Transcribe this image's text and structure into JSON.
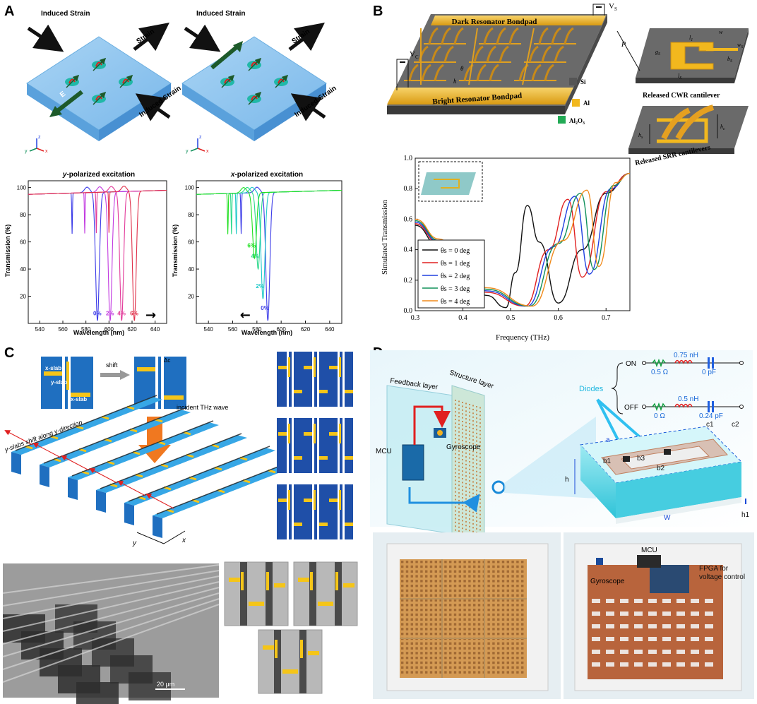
{
  "panels": {
    "A": {
      "letter": "A",
      "arrows": {
        "induced_strain": "Induced Strain",
        "strain": "Strain",
        "e_field": "E"
      },
      "axis_letters": {
        "x": "x",
        "y": "y",
        "z": "z"
      },
      "left_plot": {
        "title_em": "y",
        "title_rest": "-polarized excitation",
        "ylabel": "Transmission (%)",
        "xlabel": "Wavelength (nm)"
      },
      "right_plot": {
        "title_em": "x",
        "title_rest": "-polarized excitation",
        "ylabel": "Transmission (%)",
        "xlabel": "Wavelength (nm)"
      }
    },
    "B": {
      "letter": "B",
      "device": {
        "dark_pad": "Dark Resonator Bondpad",
        "bright_pad": "Bright Resonator Bondpad",
        "vs": "V",
        "vs_sub": "S",
        "vc": "V",
        "vc_sub": "C",
        "theta": "θ",
        "h": "h"
      },
      "legend_materials": [
        {
          "name": "Si",
          "color": "#555555"
        },
        {
          "name": "Al",
          "color": "#f2b81e"
        },
        {
          "name": "Al",
          "sub": "2",
          "name2": "O",
          "sub2": "3",
          "color": "#22aa55"
        }
      ],
      "detail": {
        "p": "P",
        "l": "l",
        "l_sub": "1",
        "w": "w",
        "gs": "g",
        "gs_sub": "S",
        "ls": "l",
        "ls_sub": "S",
        "bs": "b",
        "bs_sub": "S",
        "ws": "w",
        "ws_sub": "S",
        "released_cwr": "Released CWR cantilever",
        "released_srr": "Released SRR cantilevers",
        "hc": "h",
        "hc_sub": "c",
        "hs": "h",
        "hs_sub": "s"
      },
      "plot": {
        "ylabel": "Simulated Transmission",
        "xlabel": "Frequency (THz)"
      }
    },
    "C": {
      "letter": "C",
      "labels": {
        "x_slab": "x-slab",
        "y_slab": "y-slab",
        "shift": "shift",
        "delta": "Δc",
        "incident": "incident THz wave",
        "slabs_shift": "y-slabs shift along y-direction",
        "axis_y": "y",
        "axis_x": "x",
        "scale": "20 μm"
      }
    },
    "D": {
      "letter": "D",
      "labels": {
        "feedback": "Feedback layer",
        "structure": "Structure layer",
        "gyroscope": "Gyroscope",
        "mcu": "MCU",
        "diodes": "Diodes",
        "on": "ON",
        "off": "OFF",
        "on_r": "0.5 Ω",
        "on_l": "0.75 nH",
        "on_c": "0 pF",
        "off_r": "0 Ω",
        "off_l": "0.5 nH",
        "off_c": "0.24 pF",
        "a": "a",
        "b1": "b1",
        "b2": "b2",
        "b3": "b3",
        "c1": "c1",
        "c2": "c2",
        "h": "h",
        "h1": "h1",
        "w": "W",
        "photo_gyro": "Gyroscope",
        "photo_mcu": "MCU",
        "fpga": "FPGA for voltage control"
      }
    }
  },
  "chart_data": [
    {
      "type": "line",
      "panel": "A-left",
      "title": "y-polarized excitation",
      "xlabel": "Wavelength (nm)",
      "ylabel": "Transmission (%)",
      "xlim": [
        530,
        650
      ],
      "ylim": [
        0,
        105
      ],
      "xticks": [
        540,
        560,
        580,
        600,
        620,
        640
      ],
      "yticks": [
        20,
        40,
        60,
        80,
        100
      ],
      "series": [
        {
          "name": "0%",
          "color": "#3b3be8",
          "dip_x": 590,
          "dip_y": 2
        },
        {
          "name": "2%",
          "color": "#c23ae0",
          "dip_x": 601,
          "dip_y": 2
        },
        {
          "name": "4%",
          "color": "#e23a9a",
          "dip_x": 611,
          "dip_y": 2
        },
        {
          "name": "6%",
          "color": "#e0304a",
          "dip_x": 622,
          "dip_y": 2
        }
      ],
      "annotation": "→"
    },
    {
      "type": "line",
      "panel": "A-right",
      "title": "x-polarized excitation",
      "xlabel": "Wavelength (nm)",
      "ylabel": "Transmission (%)",
      "xlim": [
        530,
        650
      ],
      "ylim": [
        0,
        105
      ],
      "xticks": [
        540,
        560,
        580,
        600,
        620,
        640
      ],
      "yticks": [
        20,
        40,
        60,
        80,
        100
      ],
      "series": [
        {
          "name": "0%",
          "color": "#3b3be8",
          "dip_x": 589,
          "dip_y": 2
        },
        {
          "name": "2%",
          "color": "#1ec8c8",
          "dip_x": 585,
          "dip_y": 18
        },
        {
          "name": "4%",
          "color": "#2ad88a",
          "dip_x": 581,
          "dip_y": 40
        },
        {
          "name": "6%",
          "color": "#22e022",
          "dip_x": 578,
          "dip_y": 48
        }
      ],
      "annotation": "←"
    },
    {
      "type": "line",
      "panel": "B",
      "xlabel": "Frequency (THz)",
      "ylabel": "Simulated Transmission",
      "xlim": [
        0.3,
        0.75
      ],
      "ylim": [
        0,
        1.0
      ],
      "xticks": [
        0.3,
        0.4,
        0.5,
        0.6,
        0.7
      ],
      "yticks": [
        0.0,
        0.2,
        0.4,
        0.6,
        0.8,
        1.0
      ],
      "series": [
        {
          "name": "θs = 0 deg",
          "color": "#111111",
          "points": [
            [
              0.3,
              0.56
            ],
            [
              0.35,
              0.42
            ],
            [
              0.4,
              0.25
            ],
            [
              0.45,
              0.1
            ],
            [
              0.49,
              0.02
            ],
            [
              0.51,
              0.25
            ],
            [
              0.535,
              0.69
            ],
            [
              0.56,
              0.45
            ],
            [
              0.6,
              0.05
            ],
            [
              0.65,
              0.4
            ],
            [
              0.7,
              0.77
            ],
            [
              0.75,
              0.9
            ]
          ]
        },
        {
          "name": "θs = 1 deg",
          "color": "#e02020",
          "points": [
            [
              0.3,
              0.57
            ],
            [
              0.35,
              0.44
            ],
            [
              0.4,
              0.28
            ],
            [
              0.45,
              0.12
            ],
            [
              0.53,
              0.03
            ],
            [
              0.58,
              0.4
            ],
            [
              0.62,
              0.73
            ],
            [
              0.65,
              0.22
            ],
            [
              0.7,
              0.78
            ],
            [
              0.75,
              0.9
            ]
          ]
        },
        {
          "name": "θs = 2 deg",
          "color": "#2040e0",
          "points": [
            [
              0.3,
              0.58
            ],
            [
              0.35,
              0.45
            ],
            [
              0.4,
              0.3
            ],
            [
              0.45,
              0.13
            ],
            [
              0.535,
              0.03
            ],
            [
              0.59,
              0.42
            ],
            [
              0.635,
              0.75
            ],
            [
              0.665,
              0.24
            ],
            [
              0.71,
              0.8
            ],
            [
              0.75,
              0.9
            ]
          ]
        },
        {
          "name": "θs = 3 deg",
          "color": "#10905a",
          "points": [
            [
              0.3,
              0.59
            ],
            [
              0.35,
              0.46
            ],
            [
              0.4,
              0.31
            ],
            [
              0.45,
              0.14
            ],
            [
              0.54,
              0.03
            ],
            [
              0.6,
              0.44
            ],
            [
              0.647,
              0.77
            ],
            [
              0.675,
              0.27
            ],
            [
              0.715,
              0.82
            ],
            [
              0.75,
              0.9
            ]
          ]
        },
        {
          "name": "θs = 4 deg",
          "color": "#f08a1a",
          "points": [
            [
              0.3,
              0.6
            ],
            [
              0.35,
              0.47
            ],
            [
              0.4,
              0.32
            ],
            [
              0.45,
              0.15
            ],
            [
              0.545,
              0.03
            ],
            [
              0.61,
              0.46
            ],
            [
              0.66,
              0.79
            ],
            [
              0.685,
              0.29
            ],
            [
              0.72,
              0.84
            ],
            [
              0.75,
              0.9
            ]
          ]
        }
      ]
    }
  ]
}
